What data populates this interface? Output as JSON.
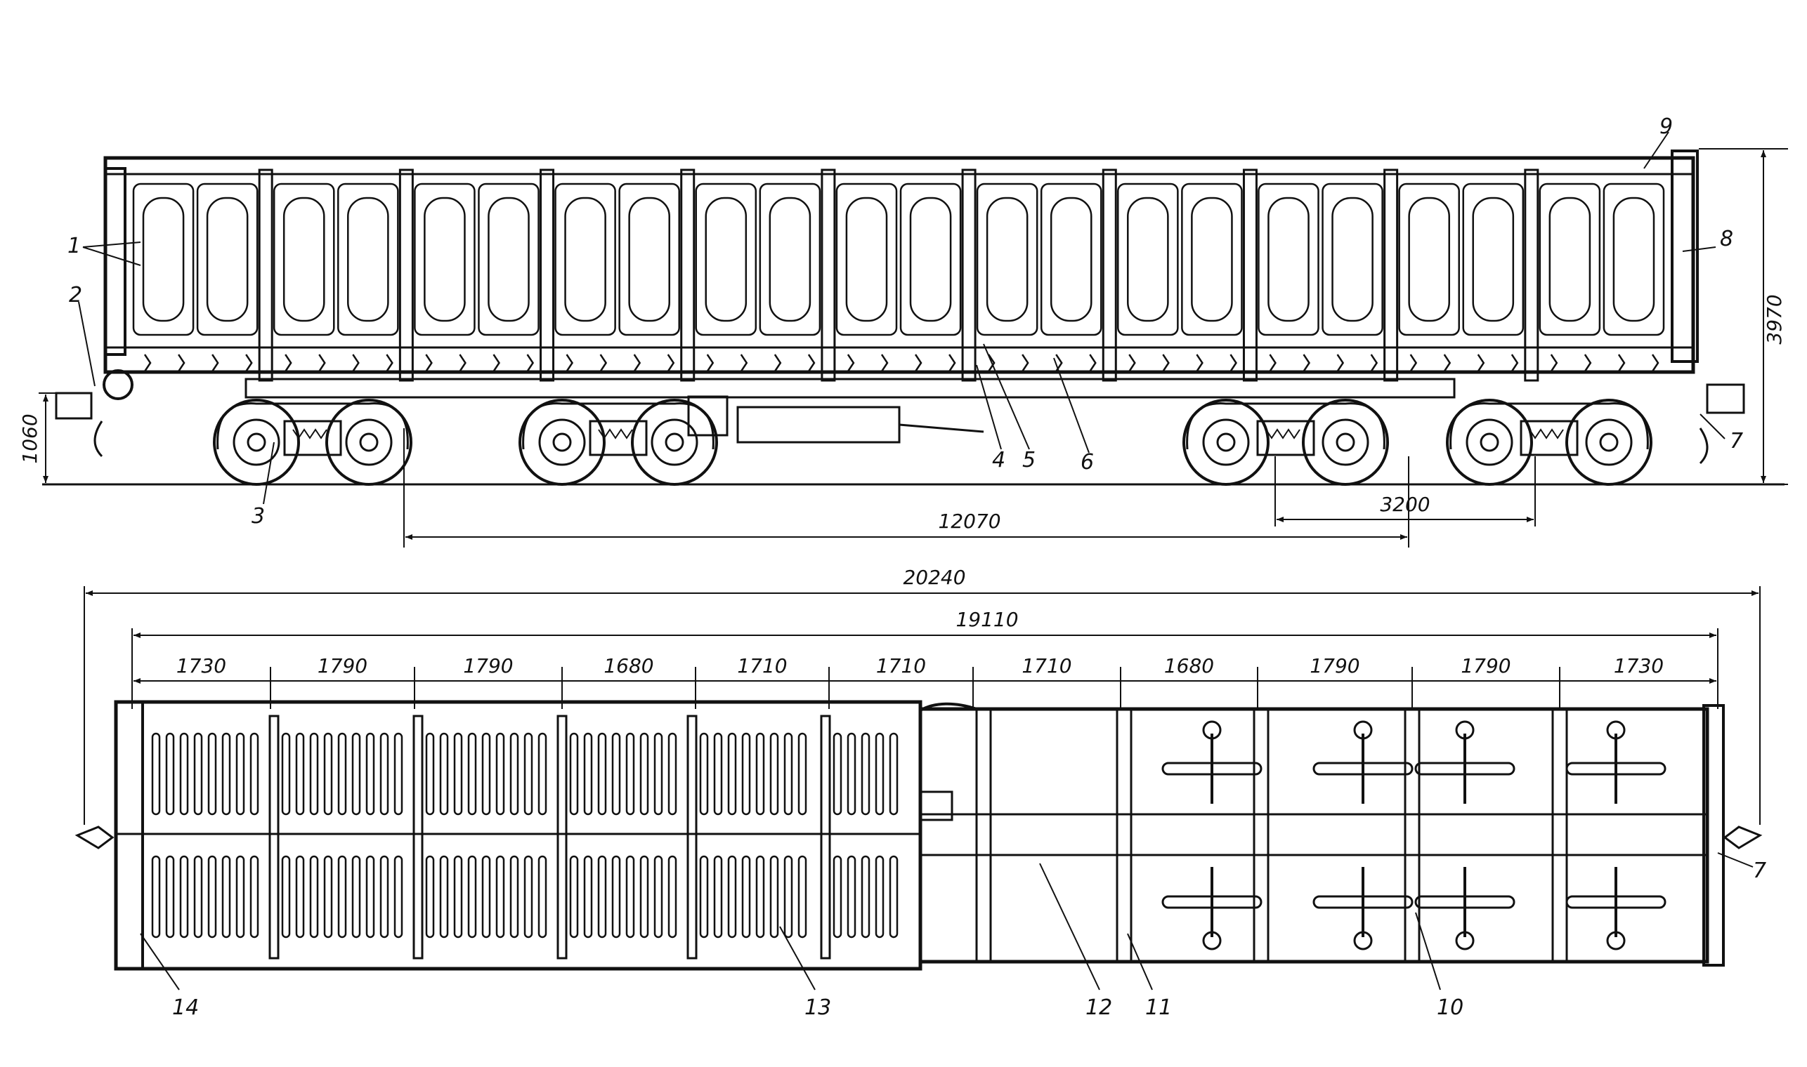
{
  "diagram": {
    "side_view": {
      "dimensions": {
        "overall_height": "3970",
        "buffer_height": "1060",
        "bogie_centers": "12070",
        "bogie_wheelbase": "3200"
      }
    },
    "plan_view": {
      "dimensions": {
        "over_couplers": "20240",
        "over_body": "19110",
        "panel_spacings": [
          "1730",
          "1790",
          "1790",
          "1680",
          "1710",
          "1710",
          "1710",
          "1680",
          "1790",
          "1790",
          "1730"
        ]
      }
    },
    "callouts": [
      "1",
      "2",
      "3",
      "4",
      "5",
      "6",
      "7",
      "8",
      "9",
      "10",
      "11",
      "12",
      "13",
      "14"
    ],
    "colors": {
      "ink": "#111111",
      "paper": "#ffffff"
    }
  }
}
